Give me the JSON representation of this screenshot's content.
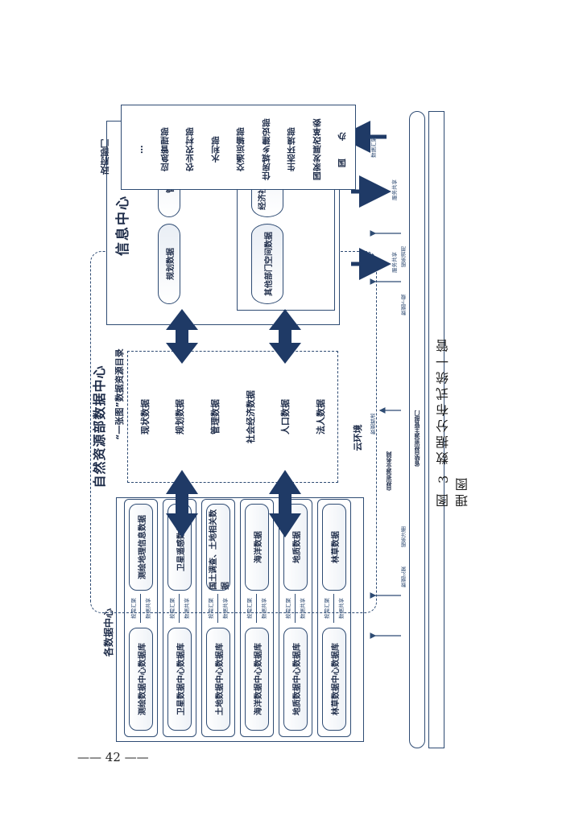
{
  "page_number": "42",
  "caption": "图 3 数据分布式统一管理图",
  "left_group": {
    "title": "各数据中心",
    "rows": [
      {
        "center": "测绘数据中心数据库",
        "center_data": "测绘地理信息数据",
        "up": "按需汇聚",
        "down": "数据共享"
      },
      {
        "center": "卫星数据中心数据库",
        "center_data": "卫星遥感数据",
        "up": "按需汇聚",
        "down": "数据共享"
      },
      {
        "center": "土地数据中心数据库",
        "center_data": "国土调查、土地相关数据",
        "up": "按需汇聚",
        "down": "数据共享"
      },
      {
        "center": "海洋数据中心数据库",
        "center_data": "海洋数据",
        "up": "按需汇聚",
        "down": "数据共享"
      },
      {
        "center": "地质数据中心数据库",
        "center_data": "地质数据",
        "up": "按需汇聚",
        "down": "数据共享"
      },
      {
        "center": "林草数据中心数据库",
        "center_data": "林草数据",
        "up": "按需汇聚",
        "down": "数据共享"
      }
    ]
  },
  "center_group": {
    "title": "自然资源部数据中心",
    "catalog_title": "“一张图”数据资源目录",
    "catalog_items": [
      "现状数据",
      "规划数据",
      "管理数据",
      "社会经济数据",
      "人口数据",
      "法人数据"
    ],
    "cloud_label": "云环境",
    "info_center": {
      "title": "信息中心",
      "cylinders": [
        "规划数据",
        "管理数据",
        "其他部门空间数据",
        "经济社会、人口、法人数据"
      ]
    }
  },
  "gov": {
    "title": "政府部门",
    "departments": [
      "国　　办",
      "国家发展改革委",
      "生态环境部",
      "住房城乡建设部",
      "交通运输部",
      "水利部",
      "农业农村部",
      "应急管理部",
      "…"
    ],
    "out_arrows": [
      "服务共享",
      "服务共享"
    ],
    "in_arrow": "数据汇聚"
  },
  "bottom": {
    "business_network": "自然资源业务网",
    "provincial": "省级自然资源主管部门",
    "labels_left": [
      "数据汇聚",
      "服务注册"
    ],
    "label_mid": "数据推送",
    "labels_right": [
      "数据下载",
      "服务调用"
    ]
  }
}
